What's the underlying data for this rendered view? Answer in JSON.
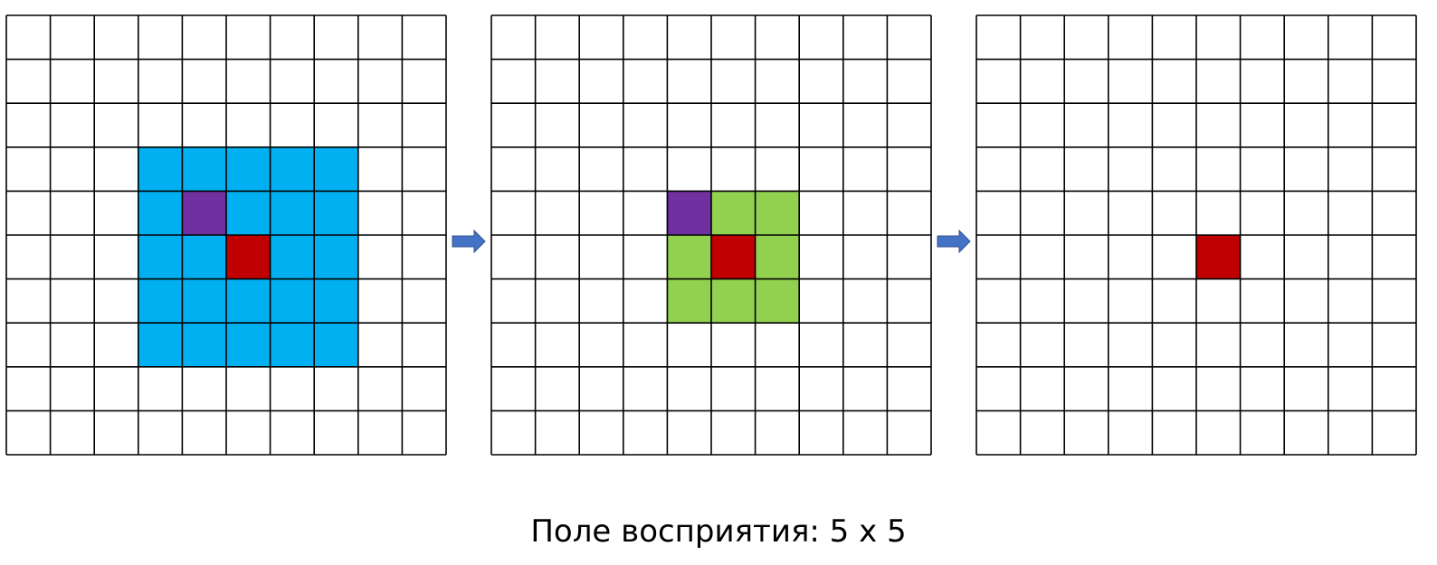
{
  "caption": "Поле восприятия: 5 x 5",
  "colors": {
    "grid_line": "#000000",
    "cell_bg": "#ffffff",
    "receptive_field_layer1": "#00b0f0",
    "receptive_field_layer2": "#92d050",
    "source_pixel": "#7030a0",
    "target_pixel": "#c00000",
    "arrow": "#4472c4"
  },
  "grids": [
    {
      "id": "layer-1",
      "rows": 10,
      "cols": 10,
      "regions": [
        {
          "role": "receptive-field",
          "color_key": "receptive_field_layer1",
          "row": 3,
          "col": 3,
          "rows": 5,
          "cols": 5
        }
      ],
      "cells": [
        {
          "role": "source-pixel",
          "color_key": "source_pixel",
          "row": 4,
          "col": 4
        },
        {
          "role": "target-pixel",
          "color_key": "target_pixel",
          "row": 5,
          "col": 5
        }
      ]
    },
    {
      "id": "layer-2",
      "rows": 10,
      "cols": 10,
      "regions": [
        {
          "role": "receptive-field",
          "color_key": "receptive_field_layer2",
          "row": 4,
          "col": 4,
          "rows": 3,
          "cols": 3
        }
      ],
      "cells": [
        {
          "role": "source-pixel",
          "color_key": "source_pixel",
          "row": 4,
          "col": 4
        },
        {
          "role": "target-pixel",
          "color_key": "target_pixel",
          "row": 5,
          "col": 5
        }
      ]
    },
    {
      "id": "layer-3",
      "rows": 10,
      "cols": 10,
      "regions": [],
      "cells": [
        {
          "role": "target-pixel",
          "color_key": "target_pixel",
          "row": 5,
          "col": 5
        }
      ]
    }
  ],
  "arrows": [
    {
      "from": "layer-1",
      "to": "layer-2",
      "icon": "right-arrow-icon"
    },
    {
      "from": "layer-2",
      "to": "layer-3",
      "icon": "right-arrow-icon"
    }
  ]
}
